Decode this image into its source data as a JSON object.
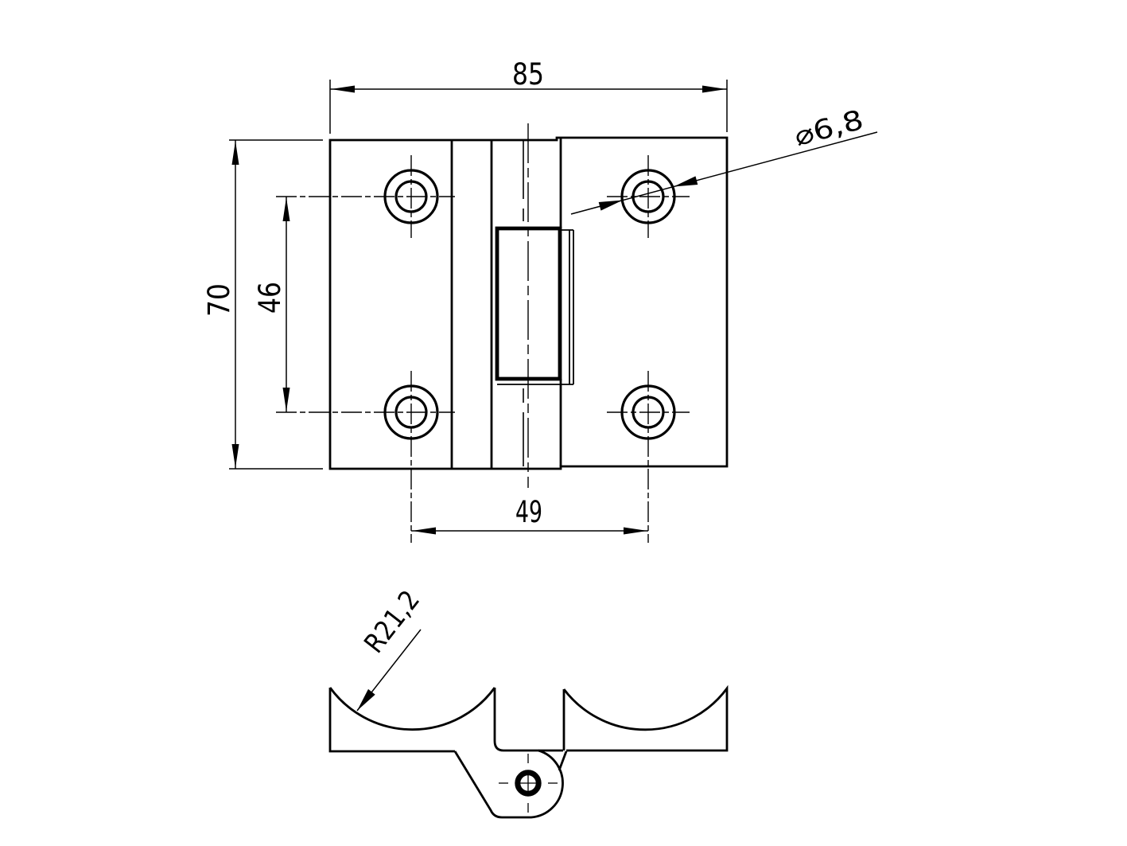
{
  "colors": {
    "line": "#000000",
    "background": "#ffffff"
  },
  "front_view": {
    "width_dim": "85",
    "height_dim": "70",
    "hole_row_spacing_dim": "46",
    "hole_column_spacing_dim": "49",
    "hole_diameter_dim": "⌀6,8"
  },
  "profile_view": {
    "cutout_radius_dim": "R21,2"
  }
}
